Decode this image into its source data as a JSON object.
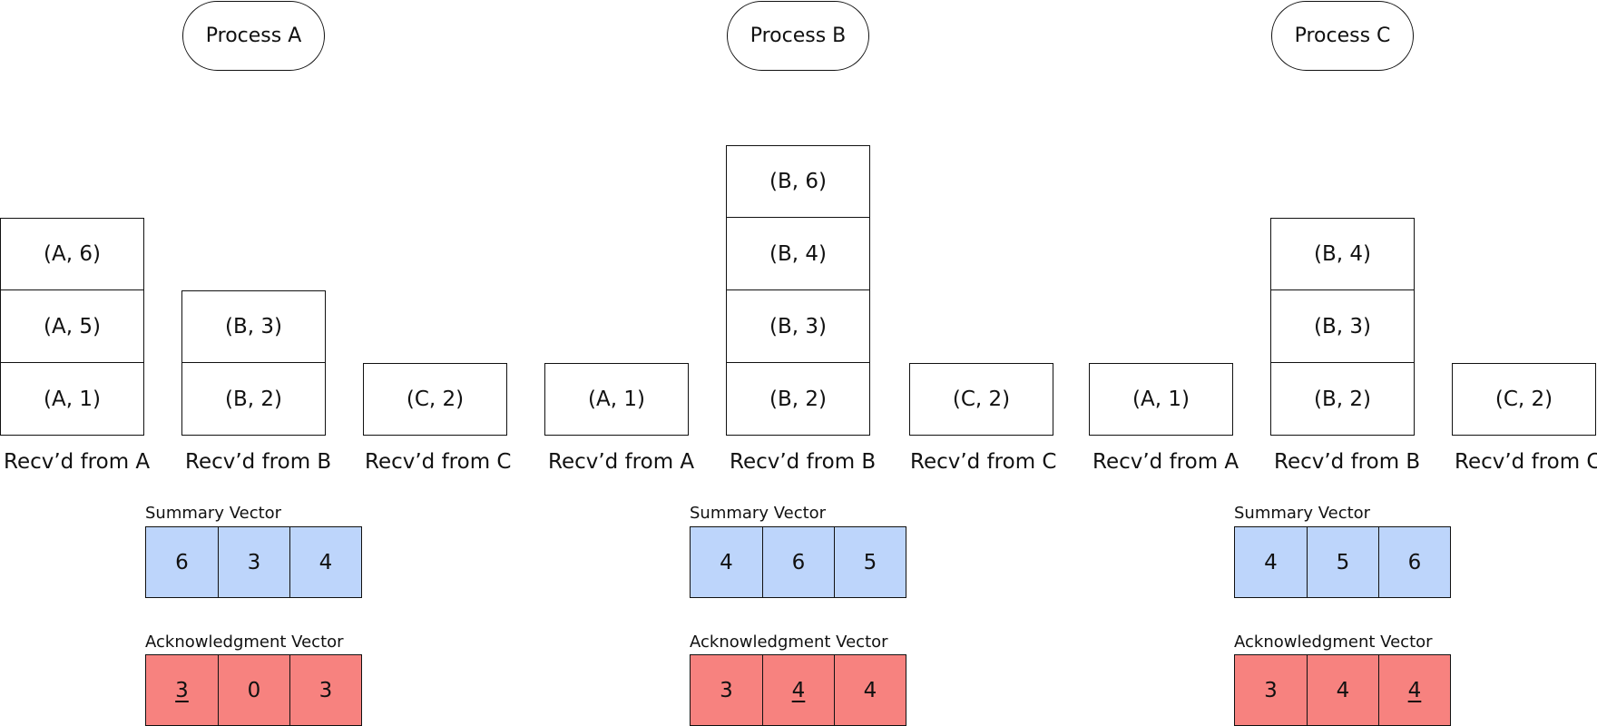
{
  "processes": [
    {
      "name": "Process A",
      "columns": [
        {
          "label": "Recv’d from A",
          "entries": [
            "(A, 1)",
            "(A, 5)",
            "(A, 6)"
          ]
        },
        {
          "label": "Recv’d from B",
          "entries": [
            "(B, 2)",
            "(B, 3)"
          ]
        },
        {
          "label": "Recv’d from C",
          "entries": [
            "(C, 2)"
          ]
        }
      ],
      "summary_label": "Summary Vector",
      "summary": [
        "6",
        "3",
        "4"
      ],
      "ack_label": "Acknowledgment Vector",
      "ack": [
        "3",
        "0",
        "3"
      ],
      "ack_underlined_index": 0
    },
    {
      "name": "Process B",
      "columns": [
        {
          "label": "Recv’d from A",
          "entries": [
            "(A, 1)"
          ]
        },
        {
          "label": "Recv’d from B",
          "entries": [
            "(B, 2)",
            "(B, 3)",
            "(B, 4)",
            "(B, 6)"
          ]
        },
        {
          "label": "Recv’d from C",
          "entries": [
            "(C, 2)"
          ]
        }
      ],
      "summary_label": "Summary Vector",
      "summary": [
        "4",
        "6",
        "5"
      ],
      "ack_label": "Acknowledgment Vector",
      "ack": [
        "3",
        "4",
        "4"
      ],
      "ack_underlined_index": 1
    },
    {
      "name": "Process C",
      "columns": [
        {
          "label": "Recv’d from A",
          "entries": [
            "(A, 1)"
          ]
        },
        {
          "label": "Recv’d from B",
          "entries": [
            "(B, 2)",
            "(B, 3)",
            "(B, 4)"
          ]
        },
        {
          "label": "Recv’d from C",
          "entries": [
            "(C, 2)"
          ]
        }
      ],
      "summary_label": "Summary Vector",
      "summary": [
        "4",
        "5",
        "6"
      ],
      "ack_label": "Acknowledgment Vector",
      "ack": [
        "3",
        "4",
        "4"
      ],
      "ack_underlined_index": 2
    }
  ],
  "colors": {
    "summary_fill": "#bdd5fb",
    "ack_fill": "#f7827f",
    "stroke": "#111111"
  }
}
